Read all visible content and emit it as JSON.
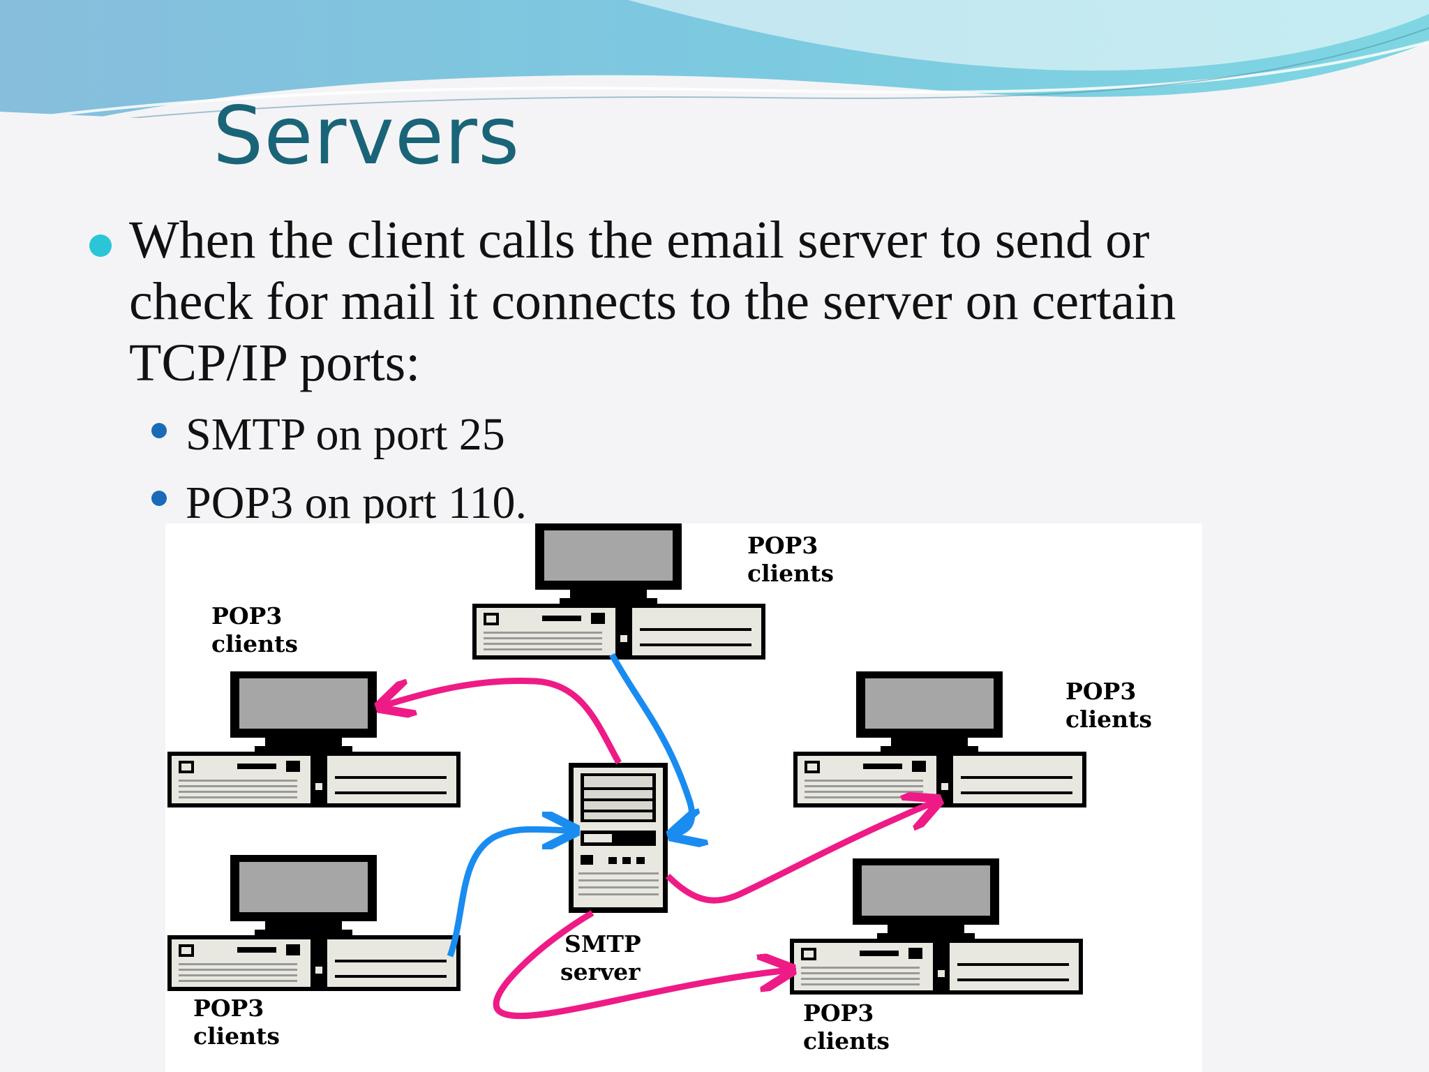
{
  "slide": {
    "title": "Servers",
    "bullet": {
      "lines": [
        "When the client calls the email server to send or",
        "check for mail it connects to the server on certain",
        "TCP/IP ports:"
      ]
    },
    "sub_bullets": [
      "SMTP on port 25",
      "POP3 on port 110."
    ]
  },
  "diagram": {
    "client_label_line1": "POP3",
    "client_label_line2": "clients",
    "server_label_line1": "SMTP",
    "server_label_line2": "server",
    "colors": {
      "incoming_arrows": "#1a8cf0",
      "outgoing_arrows": "#ee1b86",
      "monitor_screen": "#a6a6a6"
    }
  },
  "theme": {
    "title_color": "#1a6478",
    "bullet_color": "#2ac5d8",
    "sub_bullet_color": "#1a6ab8",
    "wave_colors": [
      "#8cc6de",
      "#6fd0e0"
    ]
  }
}
